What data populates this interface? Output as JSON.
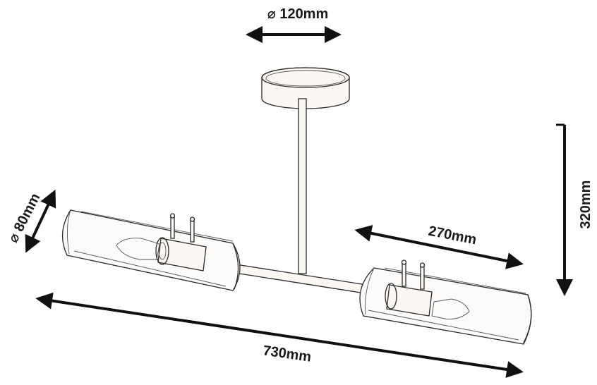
{
  "dimensions": {
    "canopy_diameter": "⌀ 120mm",
    "shade_diameter": "⌀ 80mm",
    "shade_length": "270mm",
    "total_height": "320mm",
    "total_width": "730mm"
  }
}
